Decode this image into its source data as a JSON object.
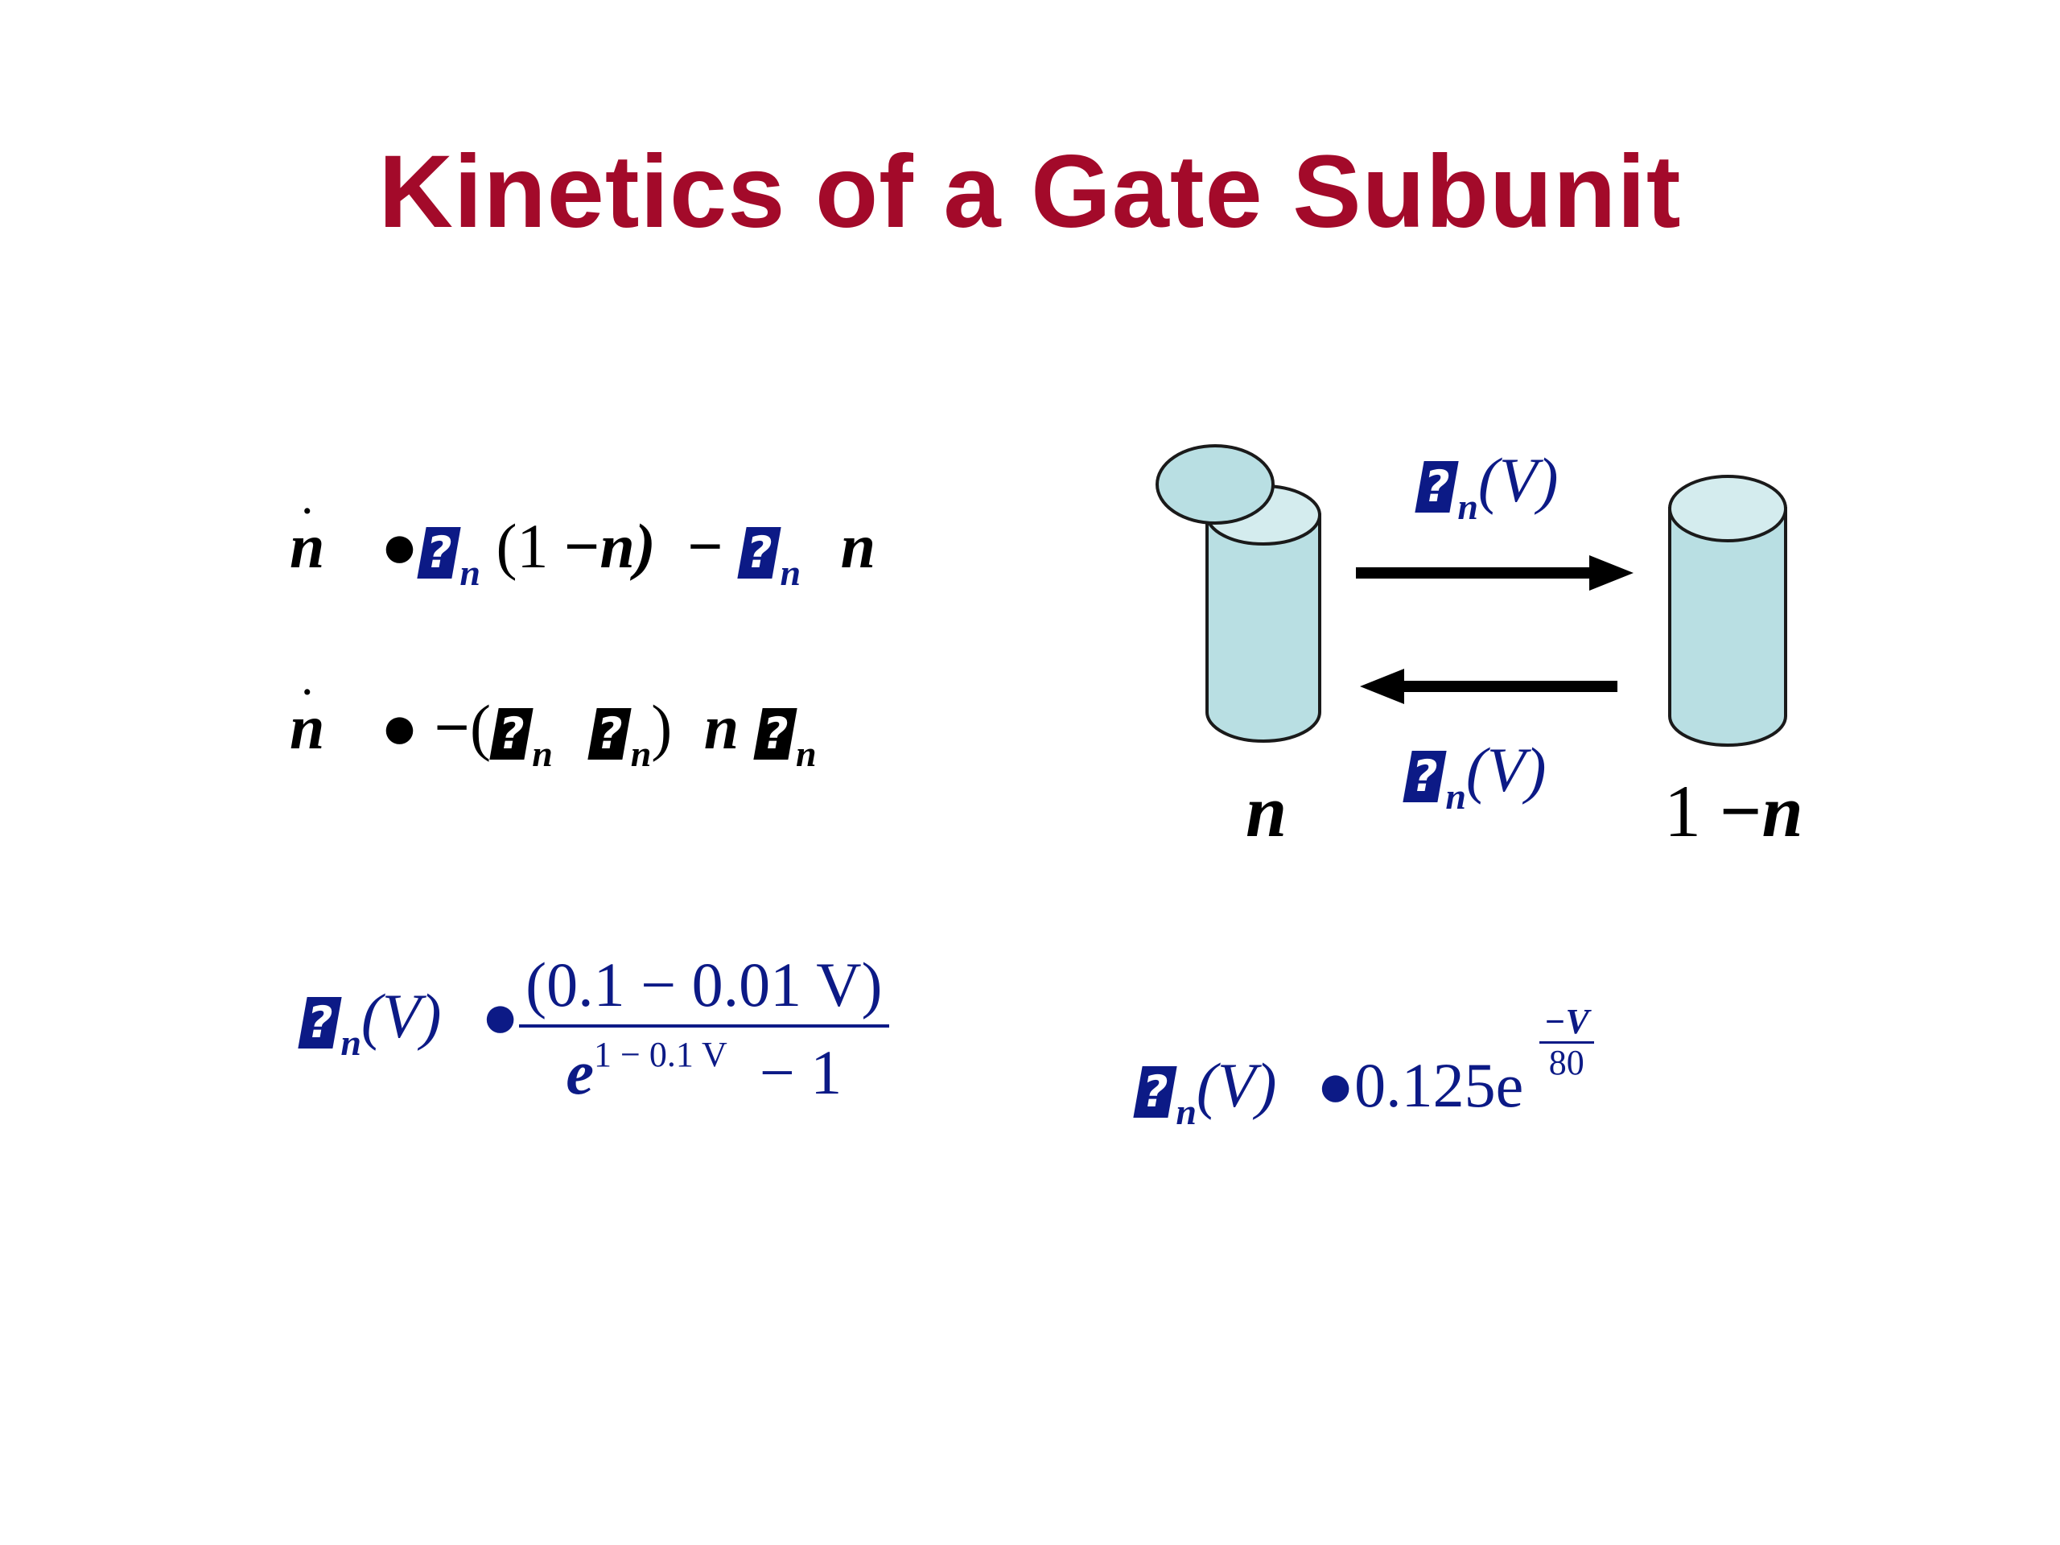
{
  "slide": {
    "title": "Kinetics of a Gate Subunit"
  },
  "equation1": {
    "lhs": "n",
    "dot": ".",
    "equals": "●",
    "alpha_symbol": "?",
    "sub_n": "n",
    "paren_open": "(1",
    "minus": "−",
    "n_inner": "n)",
    "beta_symbol": "?",
    "n_end": "n"
  },
  "equation2": {
    "lhs": "n",
    "dot": ".",
    "equals": "●",
    "minus": "−",
    "paren_open": "(",
    "alpha_symbol": "?",
    "sub_n": "n",
    "plus_symbol": "?",
    "paren_close": ")",
    "n_mid": "n",
    "plus_symbol2": "?"
  },
  "diagram": {
    "state_left_label": "n",
    "state_right_label_prefix": "1",
    "state_right_label_minus": "−",
    "state_right_label_var": "n",
    "forward_rate": {
      "symbol": "?",
      "sub": "n",
      "arg": "(V)"
    },
    "backward_rate": {
      "symbol": "?",
      "sub": "n",
      "arg": "(V)"
    },
    "colors": {
      "cylinder_fill": "#b9dfe3",
      "cylinder_top": "#d4ecee",
      "outline": "#1a1a1a",
      "arrow": "#000000"
    }
  },
  "alpha_formula": {
    "symbol": "?",
    "sub": "n",
    "arg": "(V)",
    "equals": "●",
    "numerator": "(0.1 − 0.01 V)",
    "den_base": "e",
    "den_exp": "1 − 0.1 V",
    "den_tail": "− 1"
  },
  "beta_formula": {
    "symbol": "?",
    "sub": "n",
    "arg": "(V)",
    "equals": "●",
    "coeff": "0.125e",
    "exp_sign": "−",
    "exp_num": "V",
    "exp_den": "80"
  },
  "colors": {
    "title": "#a30a2a",
    "formula_blue": "#0c1a86",
    "text_black": "#000000"
  }
}
